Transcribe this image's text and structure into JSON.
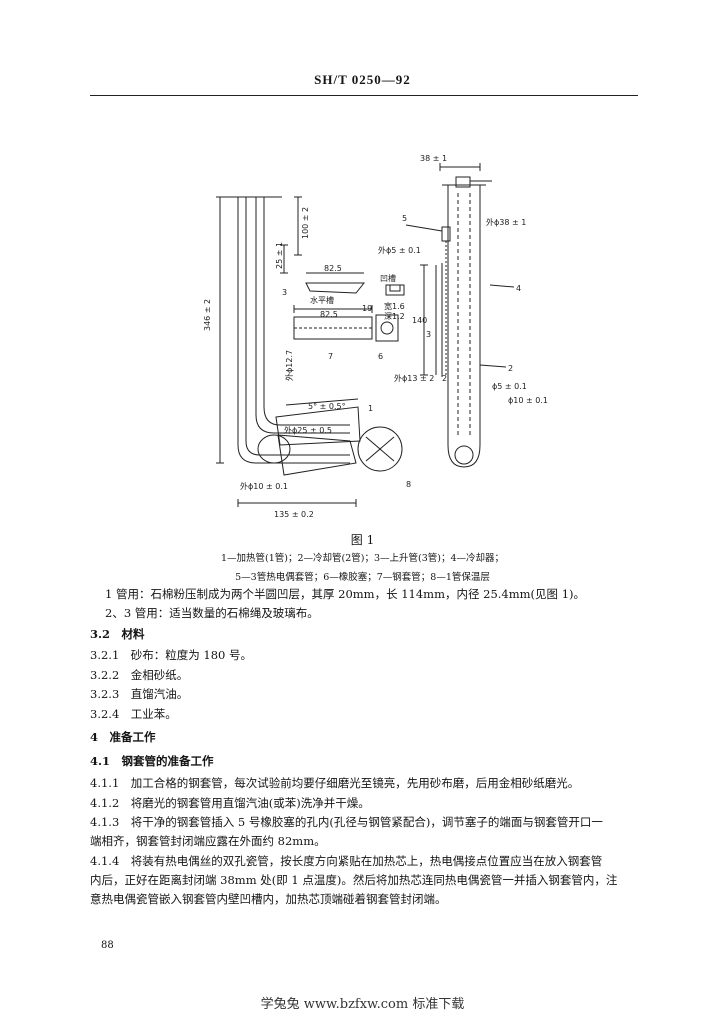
{
  "header": {
    "code": "SH/T 0250—92"
  },
  "figure": {
    "title": "图 1",
    "caption_line1": "1—加热管(1管)；2—冷却管(2管)；3—上升管(3管)；4—冷却器；",
    "caption_line2": "5—3管热电偶套管；6—橡胶塞；7—钢套管；8—1管保温层",
    "labels": {
      "n1": "1",
      "n2": "2",
      "n3": "3",
      "n4": "4",
      "n5": "5",
      "n6": "6",
      "n7": "7",
      "n8": "8",
      "n3b": "3",
      "n2b": "2",
      "d38": "38 ± 1",
      "d38dia": "外ϕ38 ± 1",
      "d5": "外ϕ5 ± 0.1",
      "d140": "140",
      "d13": "外ϕ13 ± 2",
      "d5b": "ϕ5 ± 0.1",
      "d10b": "ϕ10 ± 0.1",
      "d346": "346 ± 2",
      "d100": "100 ± 2",
      "d25": "25 ± 1",
      "d825a": "82.5",
      "d825b": "82.5",
      "shuiping": "水平槽",
      "aocao": "凹槽",
      "d19": "19",
      "w16": "宽1.6",
      "h12": "深1.2",
      "d127": "外ϕ12.7",
      "angle": "5° ± 0.5°",
      "d25dia": "外ϕ25 ± 0.5",
      "d10c": "外ϕ10 ± 0.1",
      "d135": "135 ± 0.2"
    }
  },
  "body": {
    "p1": "1 管用：石棉粉压制成为两个半圆凹层，其厚 20mm，长 114mm，内径 25.4mm(见图 1)。",
    "p2": "2、3 管用：适当数量的石棉绳及玻璃布。",
    "s32": "3.2　材料",
    "s321": "3.2.1　砂布：粒度为 180 号。",
    "s322": "3.2.2　金相砂纸。",
    "s323": "3.2.3　直馏汽油。",
    "s324": "3.2.4　工业苯。",
    "s4": "4　准备工作",
    "s41": "4.1　钢套管的准备工作",
    "s411": "4.1.1　加工合格的钢套管，每次试验前均要仔细磨光至镜亮，先用砂布磨，后用金相砂纸磨光。",
    "s412": "4.1.2　将磨光的钢套管用直馏汽油(或苯)洗净并干燥。",
    "s413a": "4.1.3　将干净的钢套管插入 5 号橡胶塞的孔内(孔径与钢管紧配合)，调节塞子的端面与钢套管开口一",
    "s413b": "端相齐，钢套管封闭端应露在外面约 82mm。",
    "s414a": "4.1.4　将装有热电偶丝的双孔瓷管，按长度方向紧贴在加热芯上，热电偶接点位置应当在放入钢套管",
    "s414b": "内后，正好在距离封闭端 38mm 处(即 1 点温度)。然后将加热芯连同热电偶瓷管一并插入钢套管内，注",
    "s414c": "意热电偶瓷管嵌入钢套管内壁凹槽内，加热芯顶端碰着钢套管封闭端。"
  },
  "footer": {
    "page_number": "88",
    "watermark": "学兔兔 www.bzfxw.com 标准下载"
  }
}
